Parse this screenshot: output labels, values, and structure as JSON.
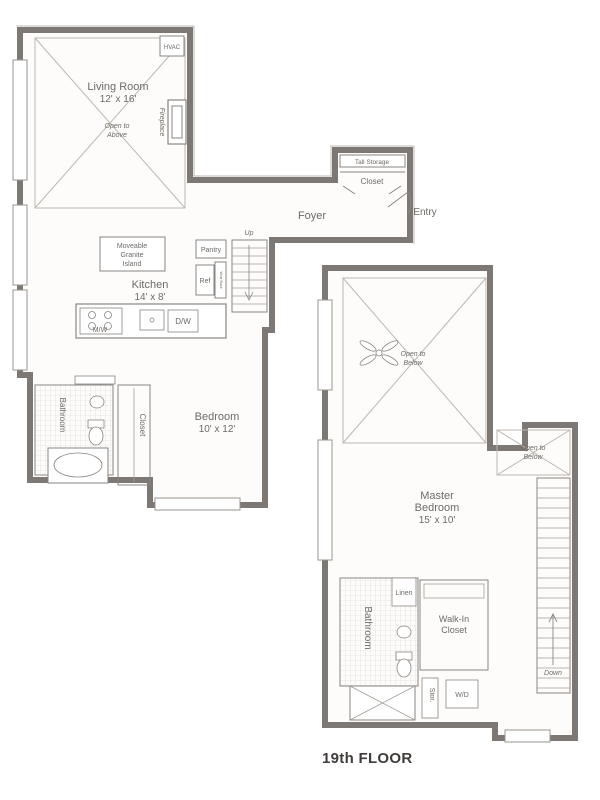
{
  "floor_label": "19th FLOOR",
  "rooms": {
    "living_room": {
      "name": "Living Room",
      "size": "12' x 16'",
      "note_line1": "Open to",
      "note_line2": "Above"
    },
    "kitchen": {
      "name": "Kitchen",
      "size": "14' x 8'"
    },
    "bedroom": {
      "name": "Bedroom",
      "size": "10' x 12'"
    },
    "master_bedroom": {
      "name_line1": "Master",
      "name_line2": "Bedroom",
      "size": "15' x 10'"
    },
    "walk_in_closet": {
      "name_line1": "Walk-In",
      "name_line2": "Closet"
    },
    "foyer": "Foyer",
    "entry": "Entry"
  },
  "fixtures": {
    "hvac": "HVAC",
    "fireplace": "Fireplace",
    "island_line1": "Moveable",
    "island_line2": "Granite",
    "island_line3": "Island",
    "pantry": "Pantry",
    "ref": "Ref",
    "wine": "Wine Rack",
    "mw": "M/W",
    "dw": "D/W",
    "tall_storage": "Tall Storage",
    "closet_entry": "Closet",
    "closet_bedroom": "Closet",
    "bathroom_lower": "Bathroom",
    "bathroom_upper": "Bathroom",
    "linen": "Linen",
    "stor": "Stor.",
    "wd": "W/D"
  },
  "stairs": {
    "up": "Up",
    "down": "Down"
  },
  "openings": {
    "open_below_1_line1": "Open to",
    "open_below_1_line2": "Below",
    "open_below_2_line1": "Open to",
    "open_below_2_line2": "Below"
  }
}
